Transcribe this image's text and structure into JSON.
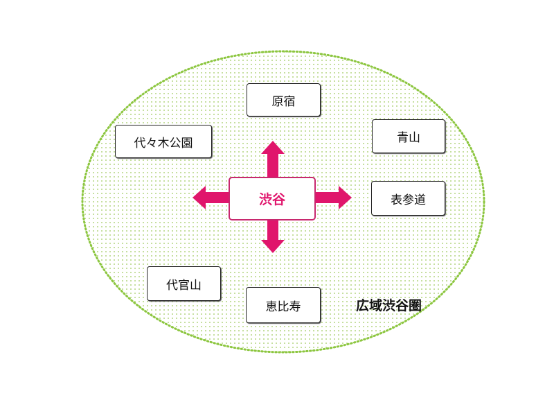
{
  "diagram": {
    "center": "渋谷",
    "region_label": "広域渋谷圏",
    "areas": {
      "harajuku": "原宿",
      "yoyogi_park": "代々木公園",
      "aoyama": "青山",
      "omotesando": "表参道",
      "daikanyama": "代官山",
      "ebisu": "恵比寿"
    },
    "colors": {
      "accent": "#e0156c",
      "region_dots": "#8cc63f"
    }
  }
}
